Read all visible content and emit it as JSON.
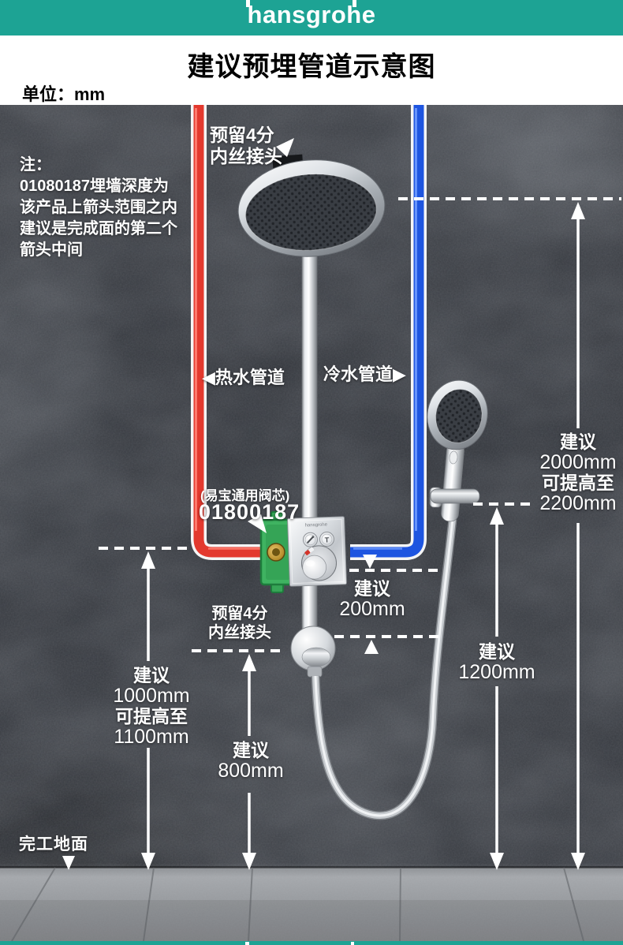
{
  "header": {
    "brand": "hansgrohe"
  },
  "title": {
    "text": "建议预埋管道示意图",
    "unit": "单位：mm"
  },
  "note": {
    "lines": [
      "注：",
      "01080187埋墙深度为",
      "该产品上箭头范围之内",
      "建议是完成面的第二个",
      "箭头中间"
    ]
  },
  "labels": {
    "top_connector_line1": "预留4分",
    "top_connector_line2": "内丝接头",
    "hot_pipe": "◀热水管道",
    "cold_pipe": "冷水管道▶",
    "valve_note": "(易宝通用阀芯)",
    "valve_code": "01800187",
    "mid_connector_line1": "预留4分",
    "mid_connector_line2": "内丝接头",
    "floor": "完工地面",
    "plate_brand": "hansgrohe"
  },
  "measurements": {
    "valve_to_outlet": {
      "prefix": "建议",
      "value": "200mm"
    },
    "outlet_height": {
      "prefix": "建议",
      "value": "800mm"
    },
    "valve_height": {
      "prefix": "建议",
      "value": "1000mm",
      "raise_label": "可提高至",
      "raise_value": "1100mm"
    },
    "head_height": {
      "prefix": "建议",
      "value": "2000mm",
      "raise_label": "可提高至",
      "raise_value": "2200mm"
    },
    "holder_height": {
      "prefix": "建议",
      "value": "1200mm"
    }
  },
  "colors": {
    "brand_teal": "#1da394",
    "hot_red": "#e3392e",
    "cold_blue": "#1e55e0",
    "wall_dark": "#33363b"
  }
}
